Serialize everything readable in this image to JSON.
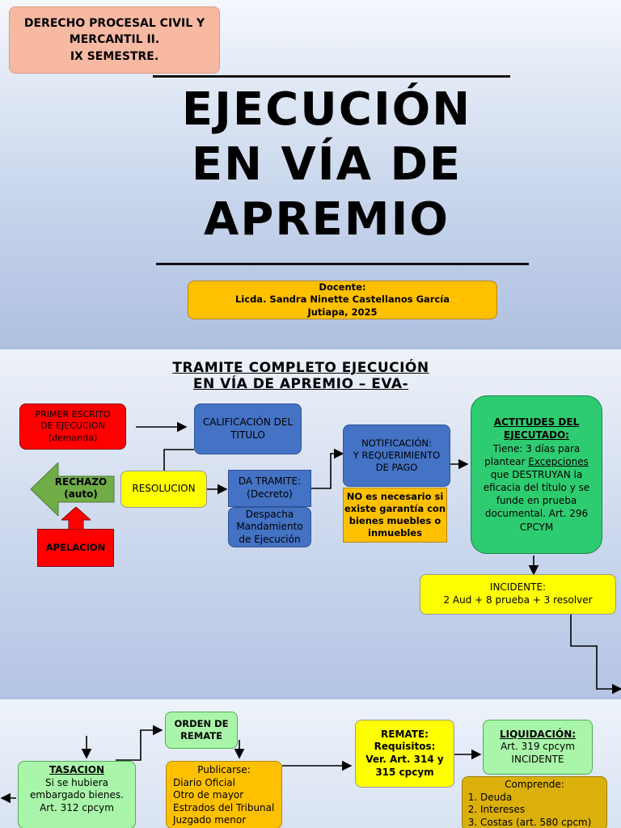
{
  "cover": {
    "course": [
      "DERECHO PROCESAL CIVIL Y",
      "MERCANTIL II.",
      "IX SEMESTRE."
    ],
    "title": [
      "EJECUCIÓN",
      "EN VÍA DE",
      "APREMIO"
    ],
    "teacher": [
      "Docente:",
      "Licda. Sandra Ninette Castellanos García",
      "Jutiapa, 2025"
    ]
  },
  "flow": {
    "title": [
      "TRAMITE COMPLETO EJECUCIÓN",
      "EN VÍA DE APREMIO – EVA-"
    ],
    "primer_escrito": [
      "PRIMER ESCRITO",
      "DE EJECUCION",
      "(demanda)"
    ],
    "calificacion": [
      "CALIFICACIÓN DEL",
      "TITULO"
    ],
    "resolucion": "RESOLUCION",
    "rechazo": [
      "RECHAZO",
      "(auto)"
    ],
    "apelacion": "APELACION",
    "da_tramite": [
      "DA TRAMITE:",
      "(Decreto)"
    ],
    "despacha": [
      "Despacha",
      "Mandamiento",
      "de Ejecución"
    ],
    "notificacion": [
      "NOTIFICACIÓN:",
      "Y REQUERIMIENTO",
      "DE PAGO"
    ],
    "no_necesario": [
      "NO es necesario si",
      "existe garantía con",
      "bienes muebles o",
      "inmuebles"
    ],
    "actitudes": {
      "heading": [
        "ACTITUDES DEL",
        "EJECUTADO:"
      ],
      "line1": "Tiene: 3 días para",
      "line2a": "plantear ",
      "line2b": "Excepciones",
      "lines": [
        "que DESTRUYAN la",
        "eficacia del título y se",
        "funde en prueba",
        "documental. Art. 296",
        "CPCYM"
      ]
    },
    "incidente": [
      "INCIDENTE:",
      "2 Aud + 8 prueba + 3 resolver"
    ]
  },
  "bottom": {
    "tasacion": {
      "heading": "TASACION",
      "lines": [
        "Si se hubiera",
        "embargado bienes.",
        "Art. 312 cpcym"
      ]
    },
    "orden": [
      "ORDEN DE",
      "REMATE"
    ],
    "publicarse": {
      "heading": "Publicarse:",
      "lines": [
        "Diario Oficial",
        "Otro de mayor",
        "Estrados del Tribunal",
        "Juzgado menor"
      ]
    },
    "remate": [
      "REMATE:",
      "Requisitos:",
      "Ver. Art. 314 y",
      "315 cpcym"
    ],
    "liquidacion": {
      "heading": "LIQUIDACIÓN:",
      "lines": [
        "Art. 319 cpcym",
        "INCIDENTE"
      ]
    },
    "comprende": {
      "heading": "Comprende:",
      "items": [
        "Deuda",
        "Intereses",
        "Costas  (art. 580 cpcm)"
      ]
    }
  },
  "colors": {
    "salmon": "#f8b9a3",
    "orange": "#ffc000",
    "blue": "#4472c4",
    "red": "#ff0000",
    "yellow": "#ffff00",
    "green": "#70ad47",
    "bright_green": "#2ecc71",
    "light_green": "#a9f5a9",
    "gold": "#dcb00a"
  }
}
